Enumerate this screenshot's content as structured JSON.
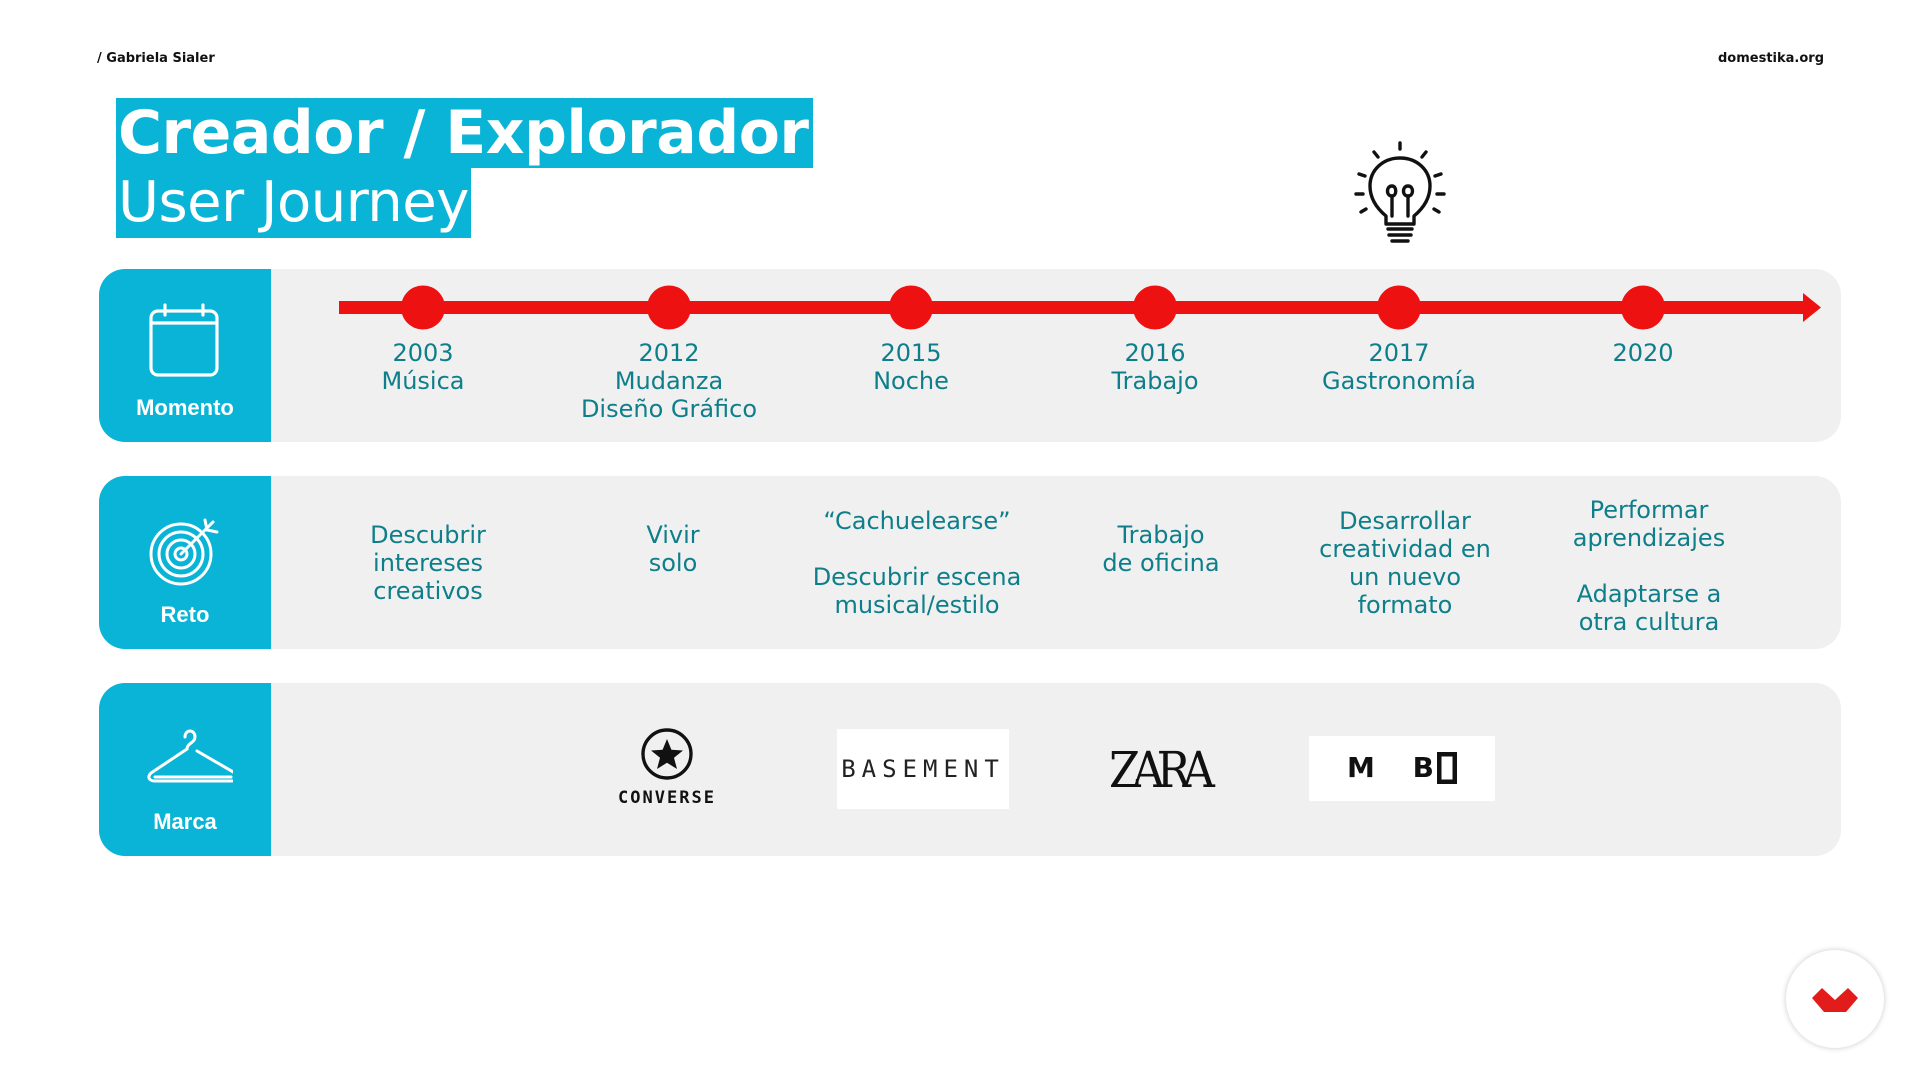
{
  "header": {
    "author": "/ Gabriela Sialer",
    "site": "domestika.org"
  },
  "title": {
    "line1": "Creador / Explorador",
    "line2": "User Journey"
  },
  "colors": {
    "accent": "#0ab4d6",
    "timeline": "#ee1111",
    "text": "#0e7f8a",
    "panel": "#f0f0f0"
  },
  "icons": {
    "idea": "lightbulb-icon",
    "momento": "calendar-icon",
    "reto": "target-icon",
    "marca": "hanger-icon"
  },
  "rows": {
    "momento": {
      "label": "Momento",
      "events": [
        {
          "year": "2003",
          "lines": [
            "Música"
          ]
        },
        {
          "year": "2012",
          "lines": [
            "Mudanza",
            "Diseño Gráfico"
          ]
        },
        {
          "year": "2015",
          "lines": [
            "Noche"
          ]
        },
        {
          "year": "2016",
          "lines": [
            "Trabajo"
          ]
        },
        {
          "year": "2017",
          "lines": [
            "Gastronomía"
          ]
        },
        {
          "year": "2020",
          "lines": []
        }
      ]
    },
    "reto": {
      "label": "Reto",
      "items": [
        {
          "lines": [
            "Descubrir",
            "intereses",
            "creativos"
          ]
        },
        {
          "lines": [
            "Vivir",
            "solo"
          ]
        },
        {
          "lines": [
            "“Cachuelearse”",
            "",
            "Descubrir escena",
            "musical/estilo"
          ]
        },
        {
          "lines": [
            "Trabajo",
            "de oficina"
          ]
        },
        {
          "lines": [
            "Desarrollar",
            "creatividad en",
            "un nuevo",
            "formato"
          ]
        },
        {
          "lines": [
            "Performar",
            "aprendizajes",
            "",
            "Adaptarse a",
            "otra cultura"
          ]
        }
      ]
    },
    "marca": {
      "label": "Marca",
      "brands": [
        "CONVERSE",
        "BASEMENT",
        "ZARA",
        "M B"
      ]
    }
  }
}
